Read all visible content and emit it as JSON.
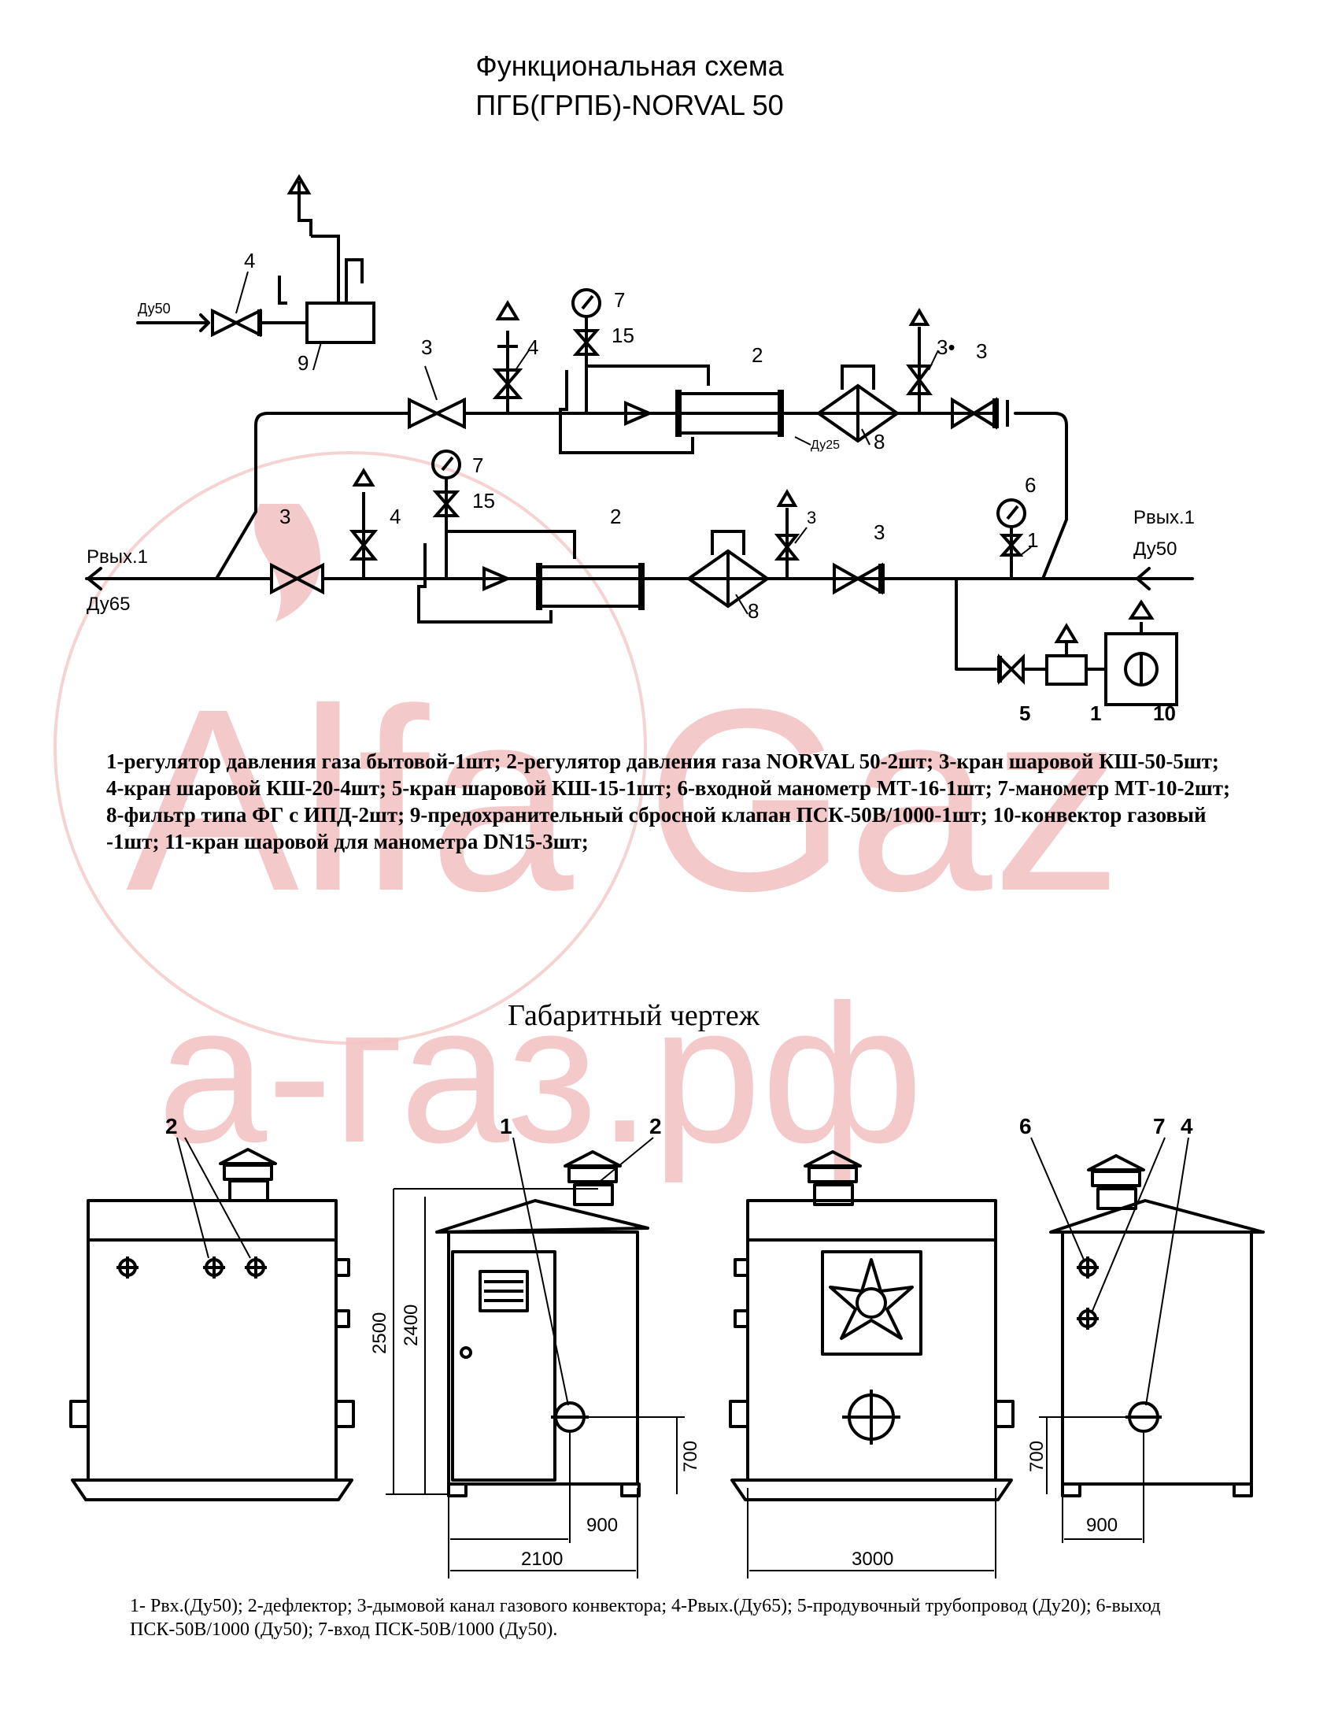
{
  "watermark": {
    "brand": "Alfa Gaz",
    "site": "а-газ.рф"
  },
  "scheme": {
    "title_line1": "Функциональная схема",
    "title_line2": "ПГБ(ГРПБ)-NORVAL 50",
    "labels": {
      "du50_in": "Ду50",
      "du25": "Ду25",
      "pout_label": "Рвых.1",
      "pout_du": "Ду65",
      "pin_label": "Рвых.1",
      "pin_du": "Ду50",
      "n1": "1",
      "n2": "2",
      "n3": "3",
      "n3dot": "3•",
      "n4": "4",
      "n5": "5",
      "n6": "6",
      "n7": "7",
      "n8": "8",
      "n9": "9",
      "n10": "10",
      "n15": "15"
    },
    "legend": "1-регулятор давления газа бытовой-1шт; 2-регулятор давления газа NORVAL 50-2шт; 3-кран шаровой  КШ-50-5шт; 4-кран шаровой КШ-20-4шт; 5-кран шаровой КШ-15-1шт; 6-входной манометр МТ-16-1шт; 7-манометр МТ-10-2шт; 8-фильтр типа ФГ с ИПД-2шт; 9-предохранительный сбросной клапан ПСК-50В/1000-1шт; 10-конвектор газовый -1шт; 11-кран шаровой для манометра DN15-3шт;"
  },
  "drawing": {
    "title": "Габаритный чертеж",
    "callouts": {
      "c1": "1",
      "c2": "2",
      "c4": "4",
      "c6": "6",
      "c7": "7"
    },
    "dims": {
      "h2500": "2500",
      "h2400": "2400",
      "h700": "700",
      "w900": "900",
      "w2100": "2100",
      "w3000": "3000"
    },
    "legend": "1- Рвх.(Ду50); 2-дефлектор; 3-дымовой канал газового конвектора; 4-Рвых.(Ду65); 5-продувочный трубопровод (Ду20); 6-выход ПСК-50В/1000 (Ду50); 7-вход ПСК-50В/1000 (Ду50)."
  }
}
